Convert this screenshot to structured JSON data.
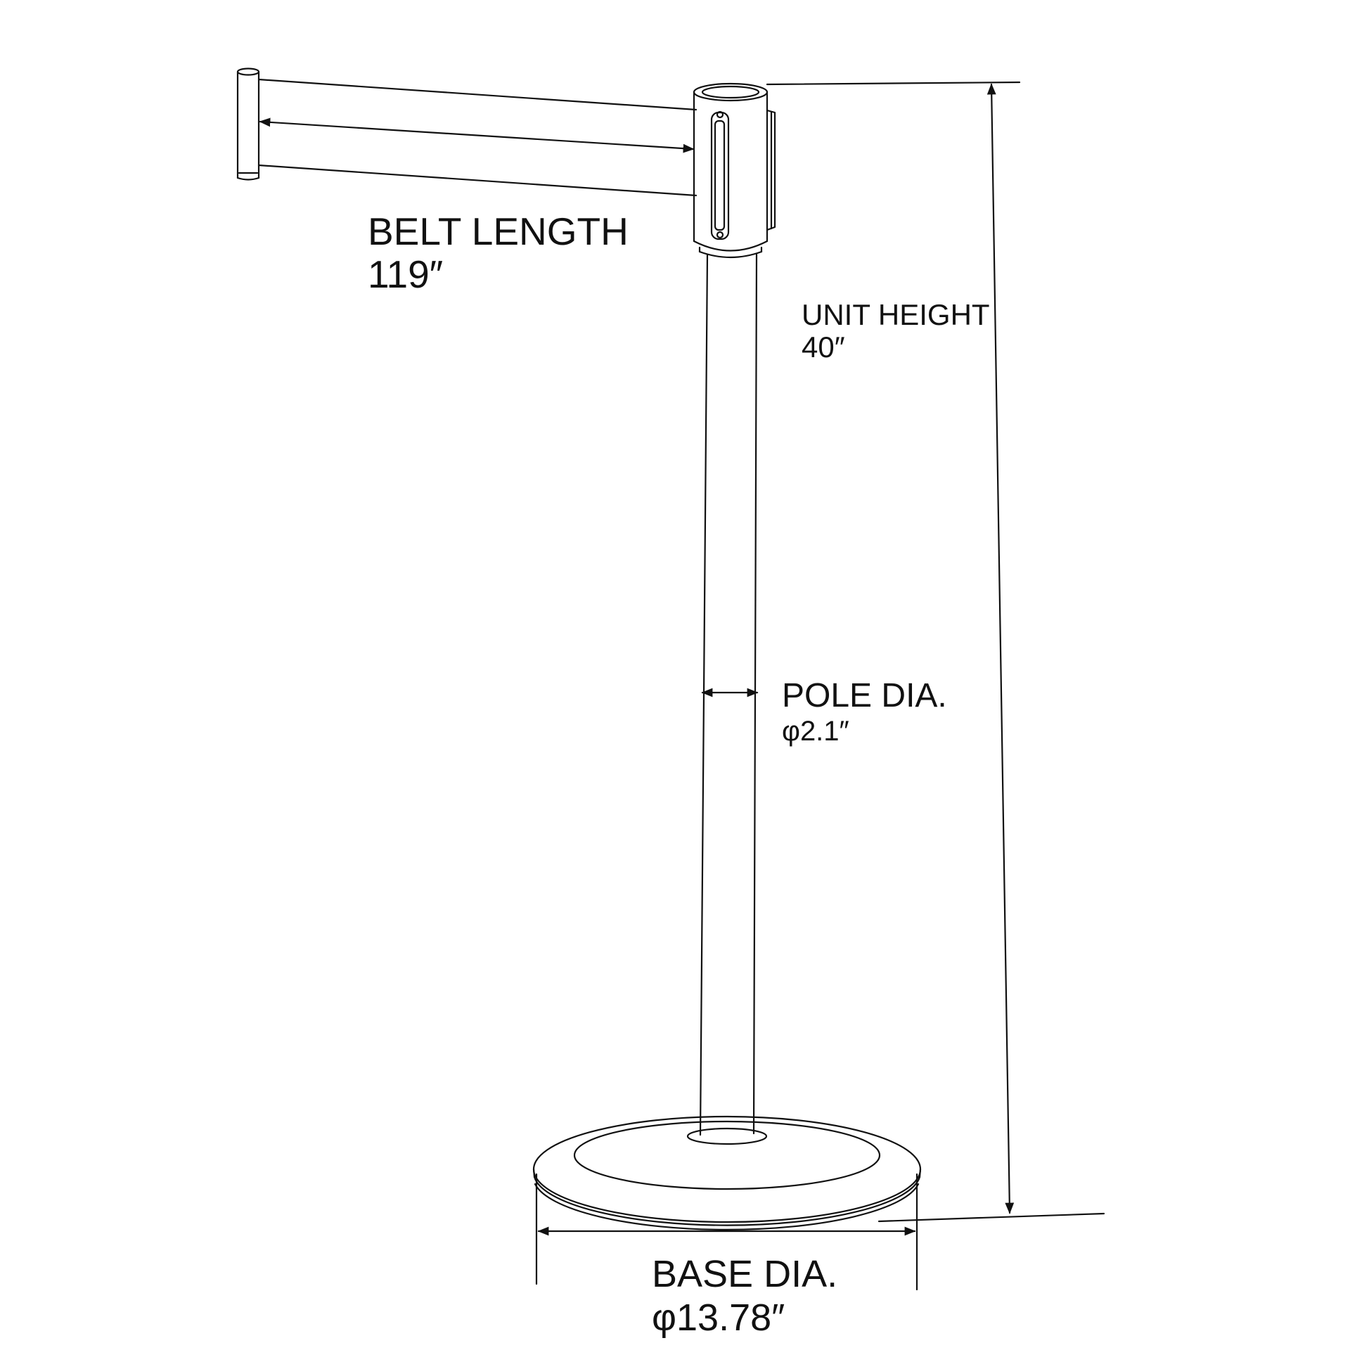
{
  "diagram": {
    "subject": "retractable belt stanchion",
    "labels": {
      "belt_length": {
        "title": "BELT LENGTH",
        "value": "119″"
      },
      "unit_height": {
        "title": "UNIT HEIGHT",
        "value": "40″"
      },
      "pole_dia": {
        "title": "POLE DIA.",
        "value": "φ2.1″"
      },
      "base_dia": {
        "title": "BASE DIA.",
        "value": "φ13.78″"
      }
    },
    "colors": {
      "line": "#111111",
      "background": "#ffffff"
    }
  }
}
